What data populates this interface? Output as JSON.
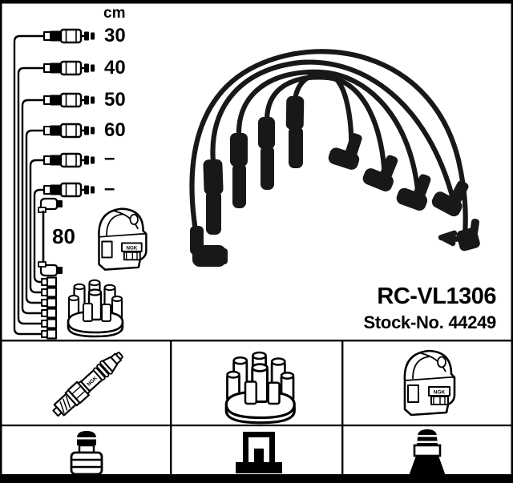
{
  "product": {
    "model": "RC-VL1306",
    "stock_line": "Stock-No. 44249"
  },
  "brand": "NGK",
  "length_table": {
    "unit": "cm",
    "cable_lengths": [
      "30",
      "40",
      "50",
      "60",
      "–",
      "–"
    ],
    "coil_cable_length": "80"
  },
  "legend": {
    "row1": [
      "spark-plug-icon",
      "distributor-cap-icon",
      "ignition-coil-icon"
    ],
    "row2": [
      "spark-plug-connector-icon",
      "distributor-connector-icon",
      "coil-connector-icon"
    ]
  },
  "colors": {
    "line": "#000000",
    "background": "#ffffff",
    "cable": "#181818"
  }
}
